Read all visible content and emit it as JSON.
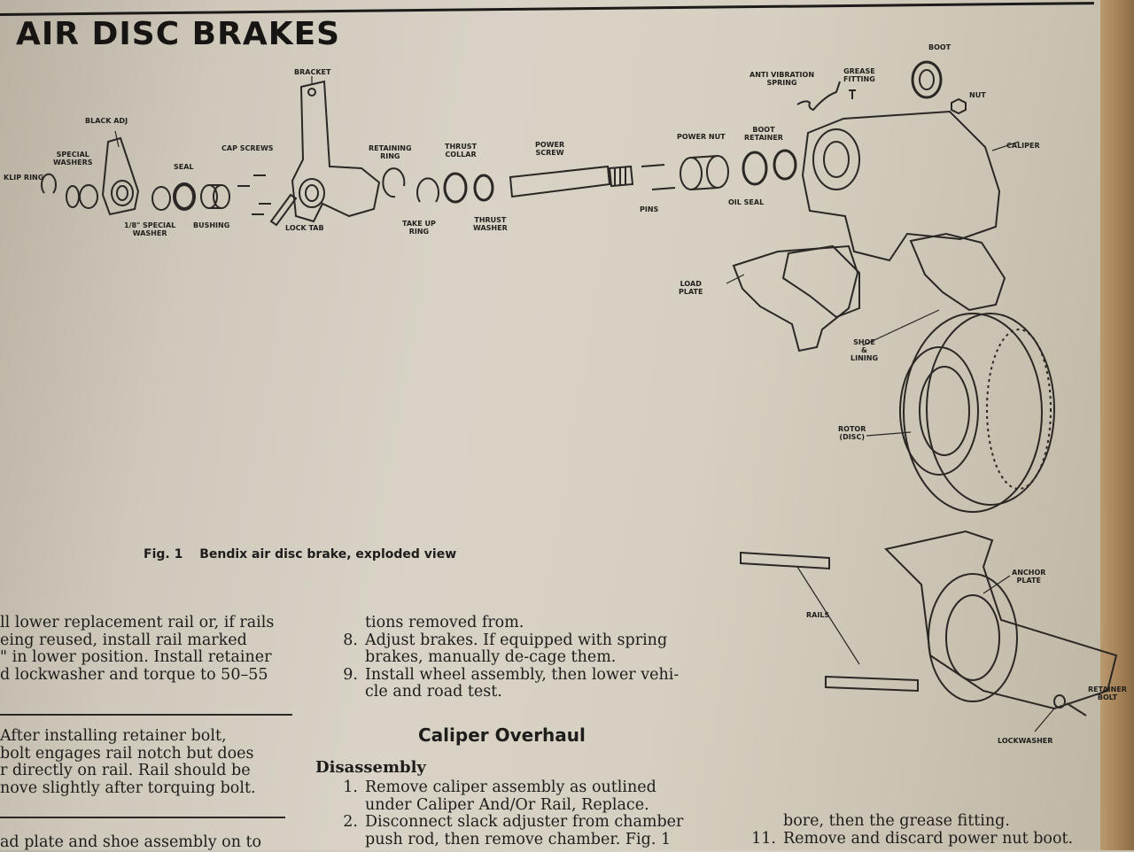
{
  "header": {
    "title": "AIR DISC BRAKES"
  },
  "figure": {
    "caption_number": "Fig. 1",
    "caption_text": "Bendix air disc brake, exploded view",
    "labels": {
      "bracket": "BRACKET",
      "black_adj": "BLACK ADJ",
      "special_washers": "SPECIAL\nWASHERS",
      "klip_ring": "KLIP RING",
      "seal": "SEAL",
      "cap_screws": "CAP SCREWS",
      "special_washer_18": "1/8\" SPECIAL\nWASHER",
      "bushing": "BUSHING",
      "lock_tab": "LOCK TAB",
      "retaining_ring": "RETAINING\nRING",
      "thrust_collar": "THRUST\nCOLLAR",
      "power_screw": "POWER\nSCREW",
      "take_up_ring": "TAKE UP\nRING",
      "thrust_washer": "THRUST\nWASHER",
      "power_nut": "POWER NUT",
      "boot_retainer": "BOOT\nRETAINER",
      "pins": "PINS",
      "oil_seal": "OIL SEAL",
      "anti_vibration_spring": "ANTI VIBRATION\nSPRING",
      "grease_fitting": "GREASE\nFITTING",
      "boot": "BOOT",
      "nut": "NUT",
      "caliper": "CALIPER",
      "load_plate": "LOAD\nPLATE",
      "shoe_lining": "SHOE\n&\nLINING",
      "rotor": "ROTOR\n(DISC)",
      "anchor_plate": "ANCHOR\nPLATE",
      "rails": "RAILS",
      "retainer_bolt": "RETAINER\nBOLT",
      "lockwasher": "LOCKWASHER"
    }
  },
  "left_column": {
    "lines": [
      "ll lower replacement rail or, if rails",
      "eing reused, install rail marked",
      "\" in lower position. Install retainer",
      "d lockwasher and torque to 50–55"
    ],
    "note_lines": [
      "After installing retainer bolt,",
      "bolt engages rail notch but does",
      "r directly on rail. Rail should be",
      "nove slightly after torquing bolt."
    ],
    "last_line": "ad plate and shoe assembly on to"
  },
  "middle_column": {
    "continuation": "tions removed from.",
    "steps": [
      {
        "num": "8.",
        "lines": [
          "Adjust brakes. If equipped with spring",
          "brakes, manually de-cage them."
        ]
      },
      {
        "num": "9.",
        "lines": [
          "Install wheel assembly, then lower vehi-",
          "cle and road test."
        ]
      }
    ],
    "section_heading": "Caliper Overhaul",
    "subheading": "Disassembly",
    "disassembly_steps": [
      {
        "num": "1.",
        "lines": [
          "Remove caliper assembly as outlined",
          "under Caliper And/Or Rail, Replace."
        ]
      },
      {
        "num": "2.",
        "lines": [
          "Disconnect slack adjuster from chamber",
          "push rod, then remove chamber. Fig. 1"
        ]
      }
    ]
  },
  "right_column": {
    "continuation": "bore, then the grease fitting.",
    "steps": [
      {
        "num": "11.",
        "lines": [
          "Remove and discard power nut boot."
        ]
      }
    ]
  }
}
